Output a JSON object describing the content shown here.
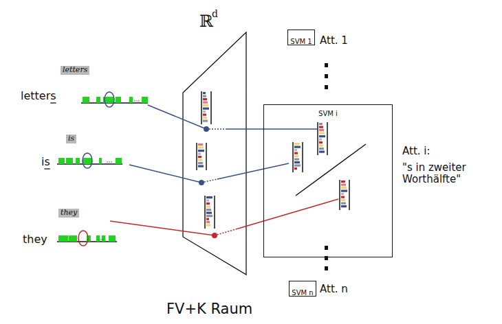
{
  "diagram": {
    "nodes": [
      {
        "text": [
          "SVM 1"
        ]
      },
      {
        "text": [
          "SVM i"
        ]
      },
      {
        "text": [
          "SVM n"
        ]
      }
    ],
    "labels": [
      "ℝ",
      "d",
      "letters",
      "letters",
      "is",
      "is",
      "they",
      "they",
      "Att. 1",
      "Att. i:",
      "\"s in zweiter Worthälfte\"",
      "Att. n",
      "FV+K Raum"
    ]
  }
}
